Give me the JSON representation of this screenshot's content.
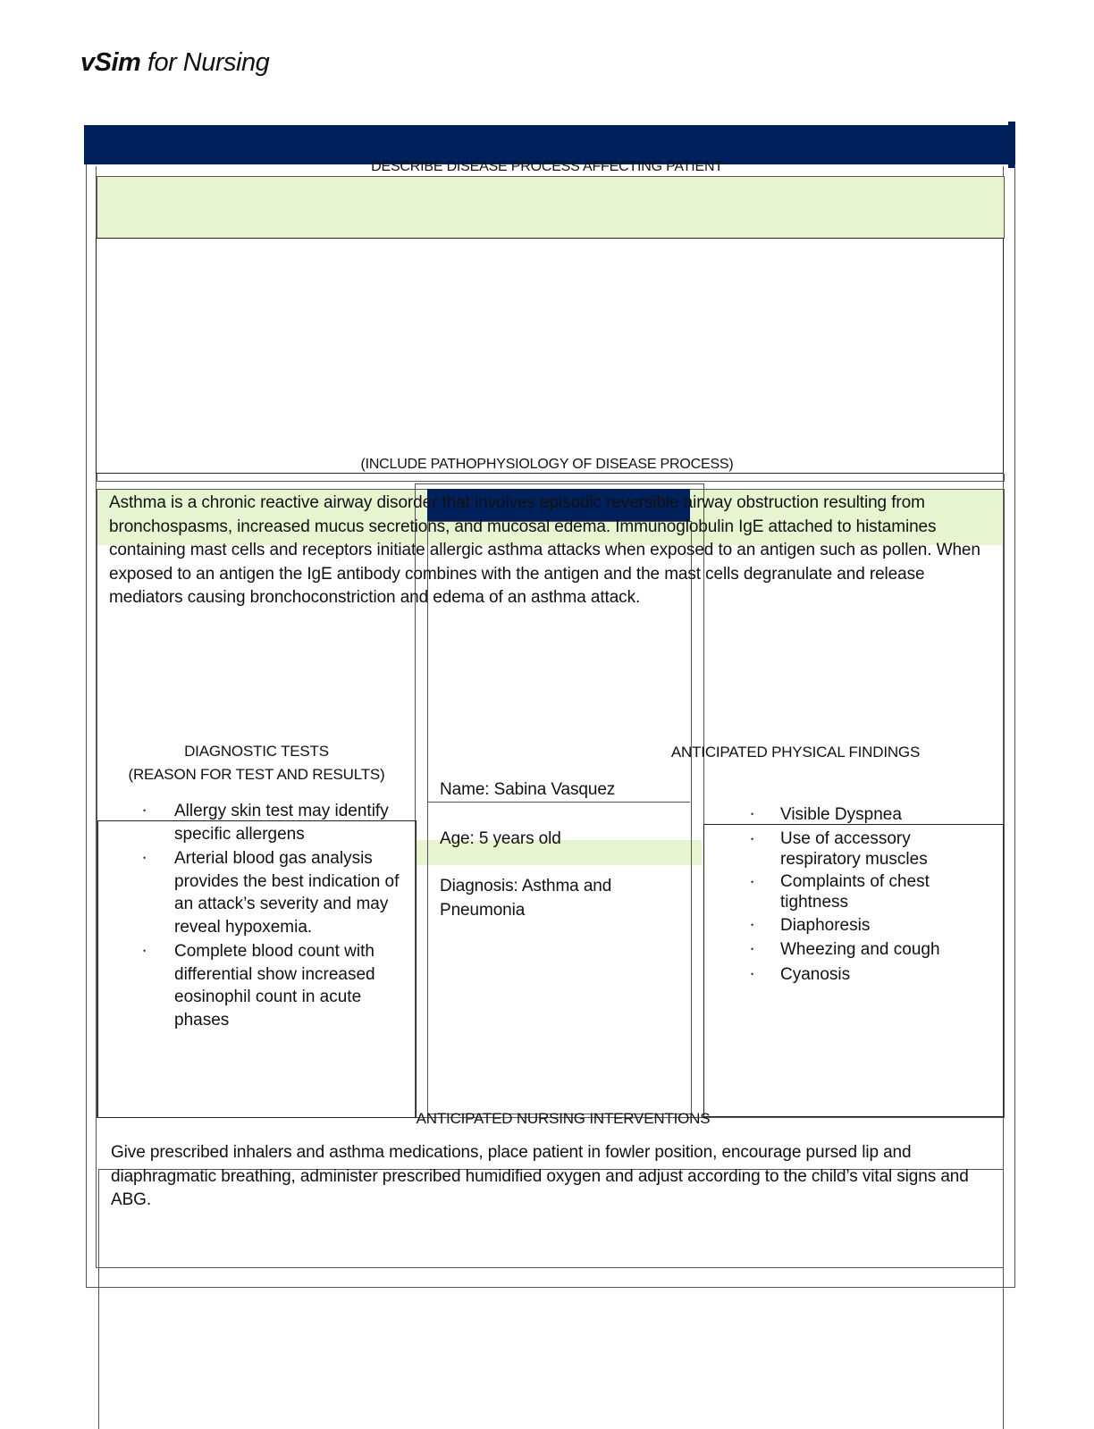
{
  "logo": {
    "brand": "vSim",
    "tagline": " for Nursing"
  },
  "sections": {
    "disease_process": {
      "heading": "DESCRIBE DISEASE PROCESS AFFECTING PATIENT",
      "subheading": "(INCLUDE PATHOPHYSIOLOGY OF DISEASE PROCESS)",
      "text": "Asthma is a chronic reactive airway disorder that involves episodic reversible airway obstruction resulting from bronchospasms, increased mucus secretions, and mucosal edema. Immunoglobulin IgE attached to histamines containing mast cells and receptors initiate allergic asthma attacks when exposed to an antigen such as pollen. When exposed to an antigen the IgE antibody combines with the antigen and the mast cells degranulate and release mediators causing bronchoconstriction and edema of an asthma attack."
    },
    "diagnostic_tests": {
      "heading": "DIAGNOSTIC TESTS",
      "subheading": "(REASON FOR TEST AND RESULTS)",
      "items": [
        "Allergy skin test may identify specific allergens",
        "Arterial blood gas analysis provides the best indication of an attack’s severity and may reveal hypoxemia.",
        "Complete blood count with differential show increased eosinophil count in acute phases"
      ]
    },
    "patient": {
      "name": "Name: Sabina Vasquez",
      "age": "Age: 5 years old",
      "diagnosis": "Diagnosis: Asthma and Pneumonia"
    },
    "physical_findings": {
      "heading": "ANTICIPATED PHYSICAL FINDINGS",
      "items": [
        "Visible Dyspnea",
        "Use of accessory respiratory muscles",
        "Complaints of chest tightness",
        "Diaphoresis",
        "Wheezing and cough",
        "Cyanosis"
      ]
    },
    "nursing_interventions": {
      "heading": "ANTICIPATED NURSING INTERVENTIONS",
      "text": "Give prescribed inhalers and asthma medications, place patient in fowler position, encourage pursed lip and diaphragmatic breathing, administer prescribed humidified oxygen and adjust according to the child’s vital signs and ABG."
    }
  },
  "colors": {
    "navy": "#00205b",
    "green": "#e6f5cf"
  }
}
